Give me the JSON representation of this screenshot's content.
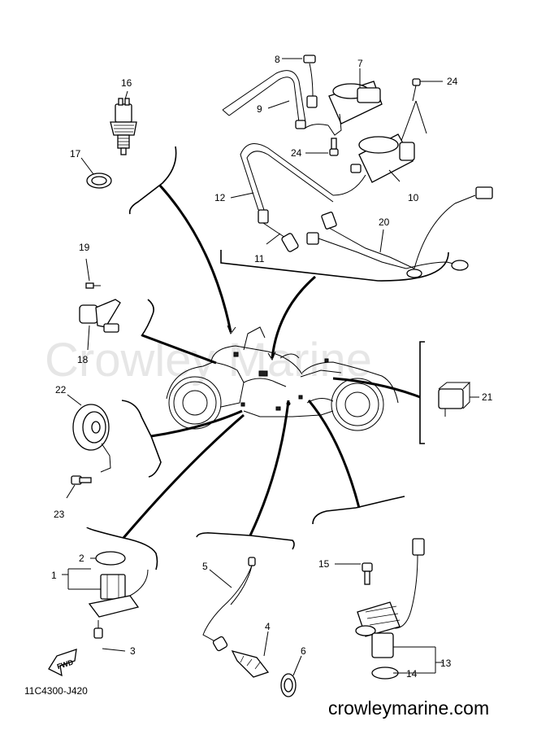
{
  "diagram": {
    "watermark": "Crowley Marine",
    "footer_code": "11C4300-J420",
    "website": "crowleymarine.com",
    "fwd_label": "FWD",
    "part_numbers": {
      "p1": "1",
      "p2": "2",
      "p3": "3",
      "p4": "4",
      "p5": "5",
      "p6": "6",
      "p7": "7",
      "p8": "8",
      "p9": "9",
      "p10": "10",
      "p11": "11",
      "p12": "12",
      "p13": "13",
      "p14": "14",
      "p15": "15",
      "p16": "16",
      "p17": "17",
      "p18": "18",
      "p19": "19",
      "p20": "20",
      "p21": "21",
      "p22": "22",
      "p23": "23",
      "p24a": "24",
      "p24b": "24"
    }
  }
}
